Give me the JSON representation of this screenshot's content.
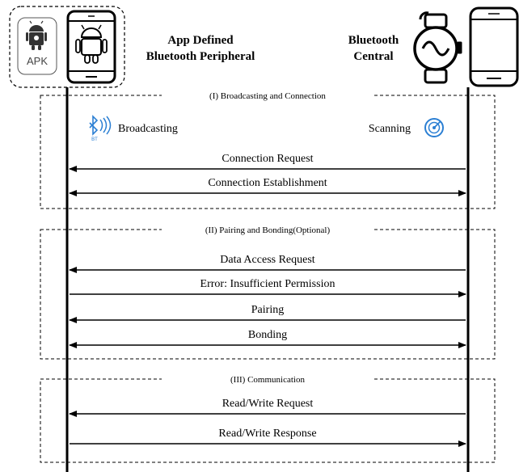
{
  "left_device": {
    "apk_label": "APK",
    "title_line1": "App Defined",
    "title_line2": "Bluetooth Peripheral",
    "icons": [
      "android-icon",
      "android-phone-icon"
    ]
  },
  "right_device": {
    "title_line1": "Bluetooth",
    "title_line2": "Central",
    "icons": [
      "smartwatch-icon",
      "phone-icon"
    ]
  },
  "phases": [
    {
      "title": "(I) Broadcasting and Connection"
    },
    {
      "title": "(II) Pairing and Bonding(Optional)"
    },
    {
      "title": "(III) Communication"
    }
  ],
  "broadcast": {
    "left_label": "Broadcasting",
    "left_icon": "bluetooth-icon",
    "bt_tag": "BT",
    "right_label": "Scanning",
    "right_icon": "radar-icon"
  },
  "messages": [
    {
      "label": "Connection Request",
      "direction": "to-peripheral"
    },
    {
      "label": "Connection Establishment",
      "direction": "both"
    },
    {
      "label": "Data Access Request",
      "direction": "to-peripheral"
    },
    {
      "label": "Error: Insufficient Permission",
      "direction": "to-central"
    },
    {
      "label": "Pairing",
      "direction": "to-peripheral"
    },
    {
      "label": "Bonding",
      "direction": "both"
    },
    {
      "label": "Read/Write Request",
      "direction": "to-peripheral"
    },
    {
      "label": "Read/Write Response",
      "direction": "to-central"
    }
  ],
  "colors": {
    "line": "#000000",
    "radar": "#2b7fd3",
    "bluetooth": "#2b7fd3"
  }
}
